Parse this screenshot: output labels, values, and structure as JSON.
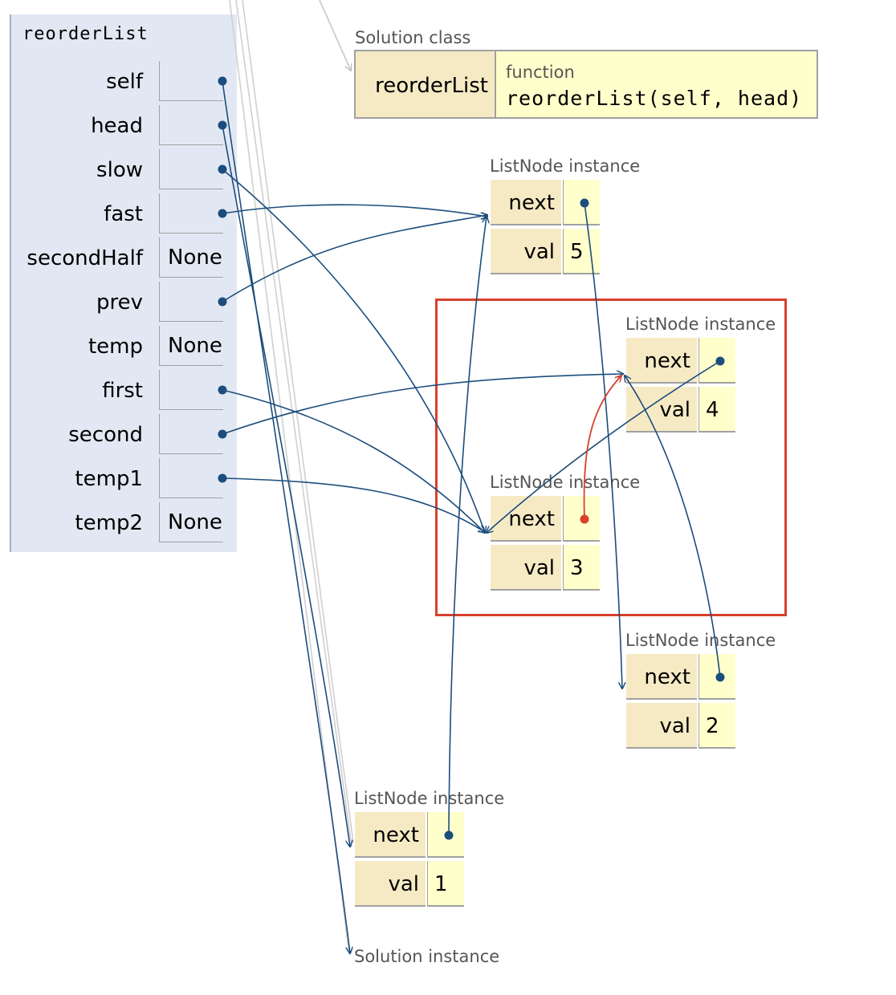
{
  "frame": {
    "title": "reorderList",
    "variables": [
      {
        "name": "self",
        "value": ""
      },
      {
        "name": "head",
        "value": ""
      },
      {
        "name": "slow",
        "value": ""
      },
      {
        "name": "fast",
        "value": ""
      },
      {
        "name": "secondHalf",
        "value": "None"
      },
      {
        "name": "prev",
        "value": ""
      },
      {
        "name": "temp",
        "value": "None"
      },
      {
        "name": "first",
        "value": ""
      },
      {
        "name": "second",
        "value": ""
      },
      {
        "name": "temp1",
        "value": ""
      },
      {
        "name": "temp2",
        "value": "None"
      }
    ]
  },
  "solution_class": {
    "heading": "Solution class",
    "name": "reorderList",
    "kind": "function",
    "signature": "reorderList(self, head)"
  },
  "nodes": [
    {
      "heading": "ListNode instance",
      "next_label": "next",
      "val_label": "val",
      "val": "5"
    },
    {
      "heading": "ListNode instance",
      "next_label": "next",
      "val_label": "val",
      "val": "4"
    },
    {
      "heading": "ListNode instance",
      "next_label": "next",
      "val_label": "val",
      "val": "3"
    },
    {
      "heading": "ListNode instance",
      "next_label": "next",
      "val_label": "val",
      "val": "2"
    },
    {
      "heading": "ListNode instance",
      "next_label": "next",
      "val_label": "val",
      "val": "1"
    }
  ],
  "solution_instance": {
    "heading": "Solution instance"
  },
  "colors": {
    "pointer": "#1c4d7c",
    "highlight_pointer": "#d9402b",
    "frame_bg": "#e2e8f3",
    "key_bg": "#f6eac4",
    "value_bg": "#ffffcc",
    "highlight_border": "#d9402b"
  }
}
